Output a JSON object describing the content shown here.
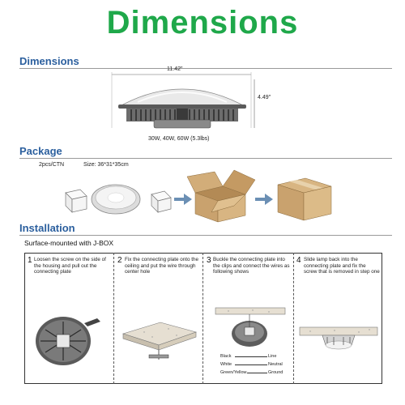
{
  "header": {
    "title": "Dimensions",
    "title_color": "#1fa84a"
  },
  "dimensions": {
    "section_title": "Dimensions",
    "width_label": "11.42\"",
    "height_label": "4.49\"",
    "wattage_label": "30W, 40W, 60W (5.3lbs)"
  },
  "package": {
    "section_title": "Package",
    "quantity": "2pcs/CTN",
    "size": "Size: 36*31*35cm"
  },
  "installation": {
    "section_title": "Installation",
    "subtitle": "Surface-mounted with J-BOX",
    "steps": [
      {
        "num": "1",
        "text": "Loosen the screw on the side of the housing and pull out the connecting plate"
      },
      {
        "num": "2",
        "text": "Fix the connecting plate onto the ceiling and put the wire through center hole"
      },
      {
        "num": "3",
        "text": "Buckle the connecting plate into the clips and connect the wires as following shows"
      },
      {
        "num": "4",
        "text": "Slide lamp back into the connecting plate and fix the screw that is removed in step one"
      }
    ],
    "wiring": [
      {
        "left": "Black",
        "right": "Line"
      },
      {
        "left": "White",
        "right": "Neutral"
      },
      {
        "left": "Green/Yellow",
        "right": "Ground"
      }
    ]
  },
  "colors": {
    "section_blue": "#2b5f9e",
    "box_brown": "#c9a26e",
    "arrow_blue": "#6b8fb4"
  }
}
